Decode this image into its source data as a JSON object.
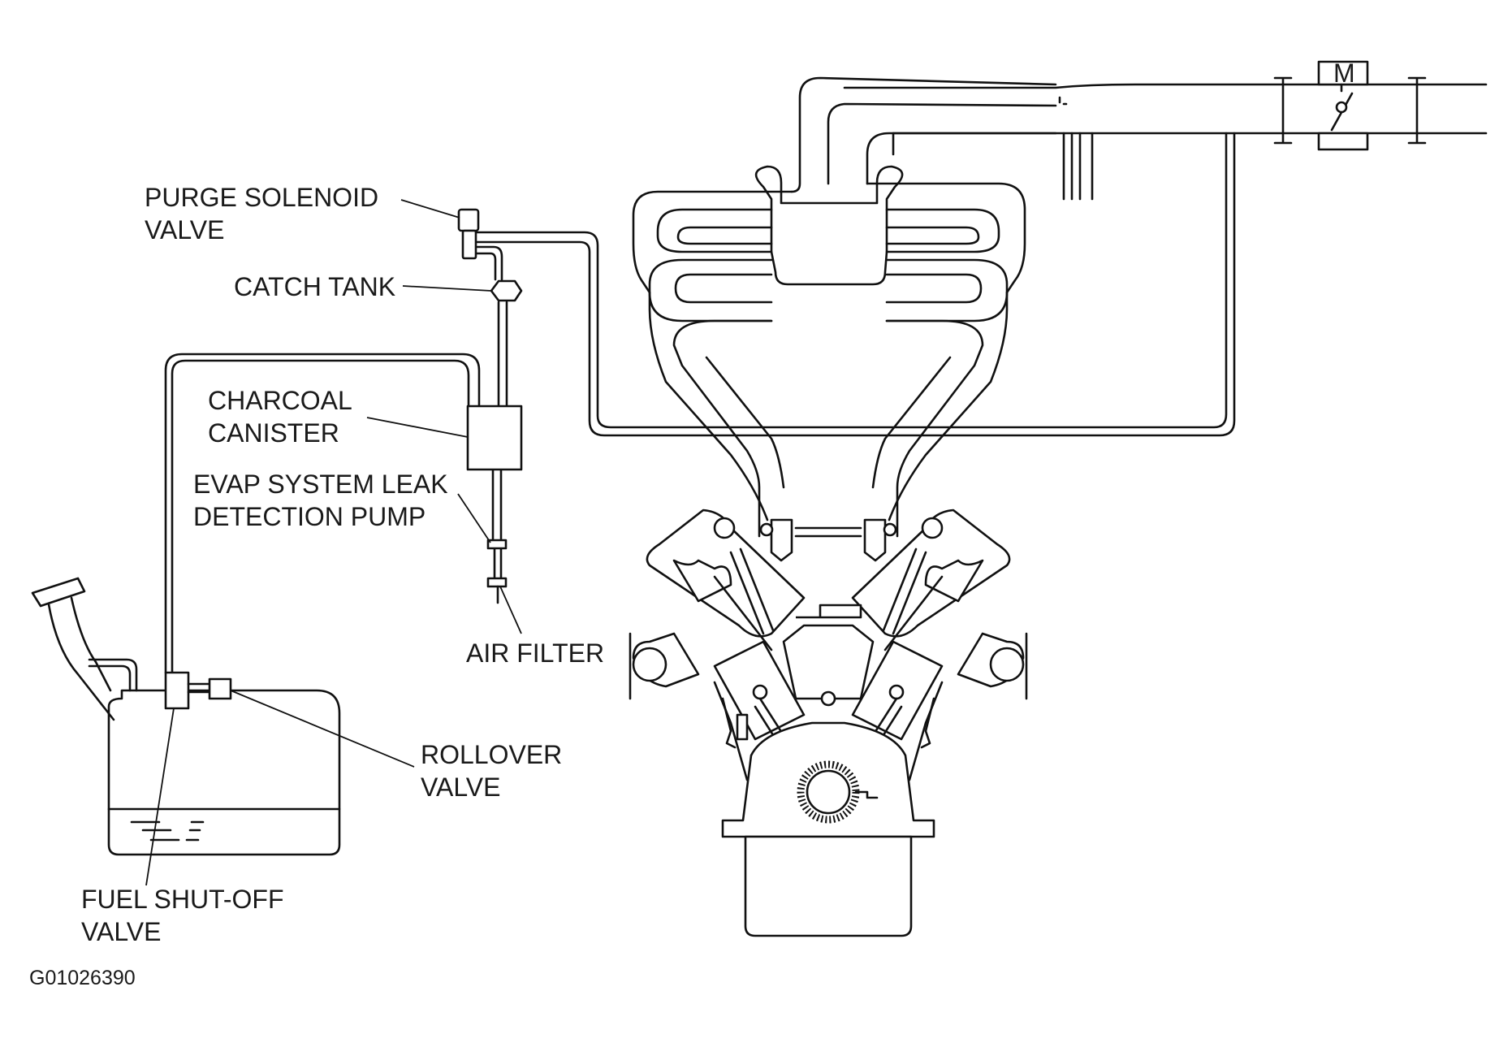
{
  "labels": {
    "purge_solenoid_line1": "PURGE SOLENOID",
    "purge_solenoid_line2": "VALVE",
    "catch_tank": "CATCH TANK",
    "charcoal_canister_line1": "CHARCOAL",
    "charcoal_canister_line2": "CANISTER",
    "leak_pump_line1": "EVAP SYSTEM LEAK",
    "leak_pump_line2": "DETECTION PUMP",
    "air_filter": "AIR FILTER",
    "rollover_line1": "ROLLOVER",
    "rollover_line2": "VALVE",
    "fuel_shutoff_line1": "FUEL SHUT-OFF",
    "fuel_shutoff_line2": "VALVE",
    "throttle_motor": "M"
  },
  "figure_id": "G01026390"
}
